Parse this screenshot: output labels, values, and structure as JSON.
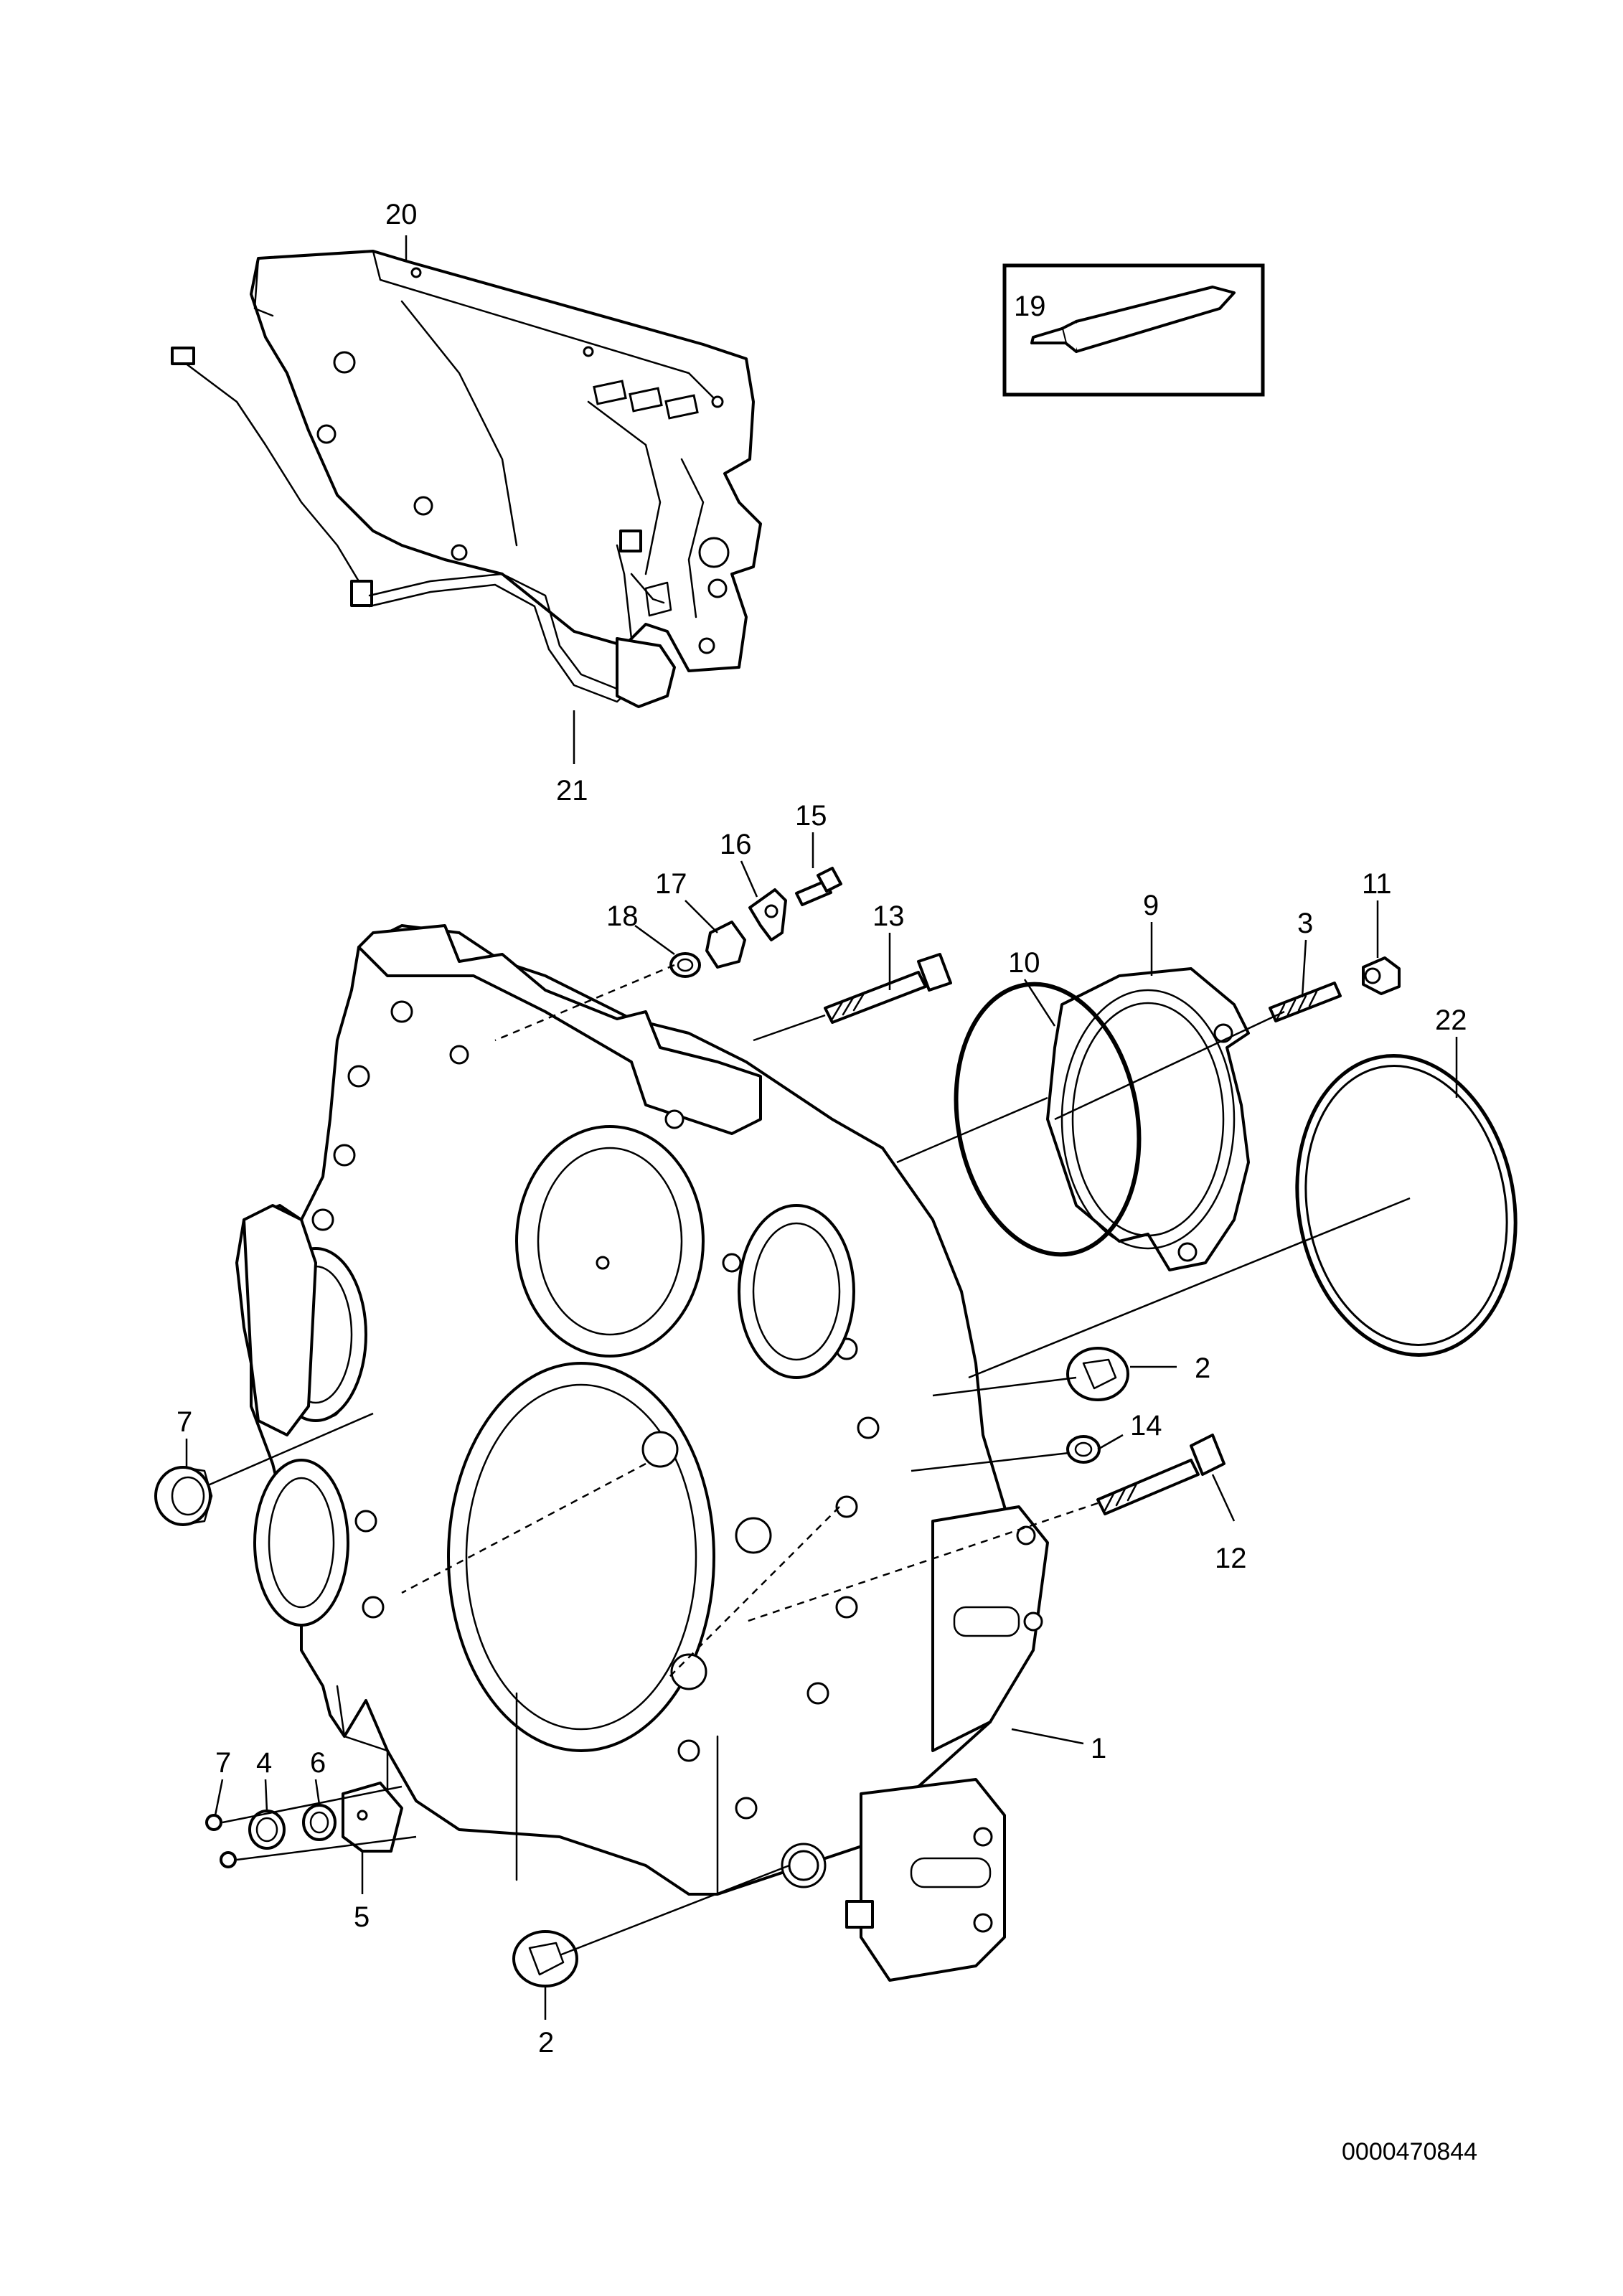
{
  "drawing": {
    "number": "0000470844"
  },
  "labels": [
    {
      "id": "label-20",
      "text": "20"
    },
    {
      "id": "label-21",
      "text": "21"
    },
    {
      "id": "label-19",
      "text": "19"
    },
    {
      "id": "label-15",
      "text": "15"
    },
    {
      "id": "label-16",
      "text": "16"
    },
    {
      "id": "label-17",
      "text": "17"
    },
    {
      "id": "label-18",
      "text": "18"
    },
    {
      "id": "label-13",
      "text": "13"
    },
    {
      "id": "label-10",
      "text": "10"
    },
    {
      "id": "label-9",
      "text": "9"
    },
    {
      "id": "label-3",
      "text": "3"
    },
    {
      "id": "label-11",
      "text": "11"
    },
    {
      "id": "label-22",
      "text": "22"
    },
    {
      "id": "label-2a",
      "text": "2"
    },
    {
      "id": "label-14",
      "text": "14"
    },
    {
      "id": "label-12",
      "text": "12"
    },
    {
      "id": "label-7a",
      "text": "7"
    },
    {
      "id": "label-1",
      "text": "1"
    },
    {
      "id": "label-7b",
      "text": "7"
    },
    {
      "id": "label-4",
      "text": "4"
    },
    {
      "id": "label-6",
      "text": "6"
    },
    {
      "id": "label-5",
      "text": "5"
    },
    {
      "id": "label-2b",
      "text": "2"
    }
  ]
}
